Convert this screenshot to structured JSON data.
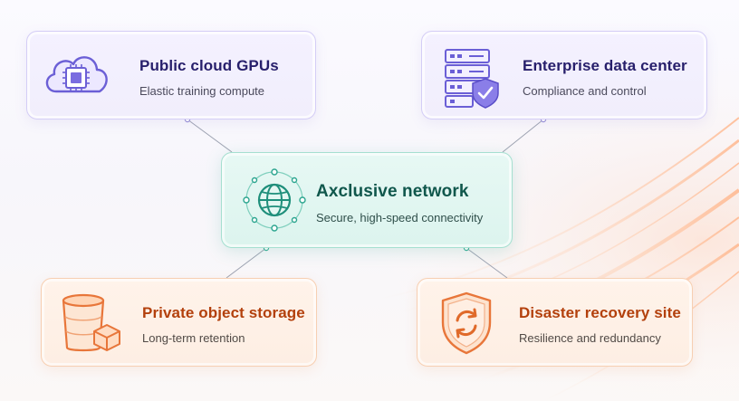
{
  "diagram": {
    "center": {
      "title": "Axclusive network",
      "subtitle": "Secure, high-speed connectivity",
      "icon": "globe-network-icon",
      "color": "#10574c"
    },
    "nodes": [
      {
        "id": "gpu",
        "title": "Public cloud GPUs",
        "subtitle": "Elastic training compute",
        "icon": "cloud-chip-icon",
        "color": "#271f6b"
      },
      {
        "id": "dc",
        "title": "Enterprise data center",
        "subtitle": "Compliance and control",
        "icon": "server-shield-icon",
        "color": "#271f6b"
      },
      {
        "id": "storage",
        "title": "Private object storage",
        "subtitle": "Long-term retention",
        "icon": "storage-bucket-icon",
        "color": "#b3400c"
      },
      {
        "id": "dr",
        "title": "Disaster recovery site",
        "subtitle": "Resilience and redundancy",
        "icon": "shield-sync-icon",
        "color": "#b3400c"
      }
    ]
  },
  "colors": {
    "purple_accent": "#6b5fd6",
    "teal_accent": "#2ba58f",
    "orange_accent": "#ef8a4c",
    "link_line": "#9ea3b2"
  }
}
